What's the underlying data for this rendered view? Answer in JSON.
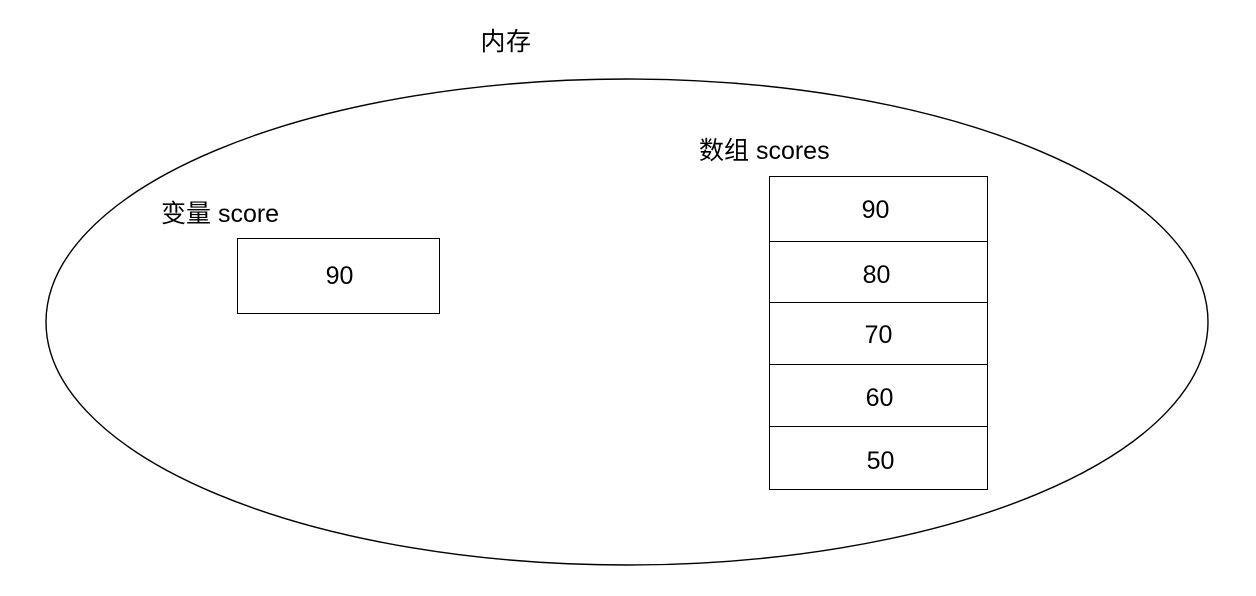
{
  "diagram": {
    "title": "内存",
    "container_shape": "ellipse",
    "variable": {
      "label": "变量 score",
      "value": "90"
    },
    "array": {
      "label": "数组 scores",
      "cells": [
        {
          "value": "90"
        },
        {
          "value": "80"
        },
        {
          "value": "70"
        },
        {
          "value": "60"
        },
        {
          "value": "50"
        }
      ]
    },
    "colors": {
      "background": "#ffffff",
      "stroke": "#000000",
      "text": "#000000"
    }
  }
}
